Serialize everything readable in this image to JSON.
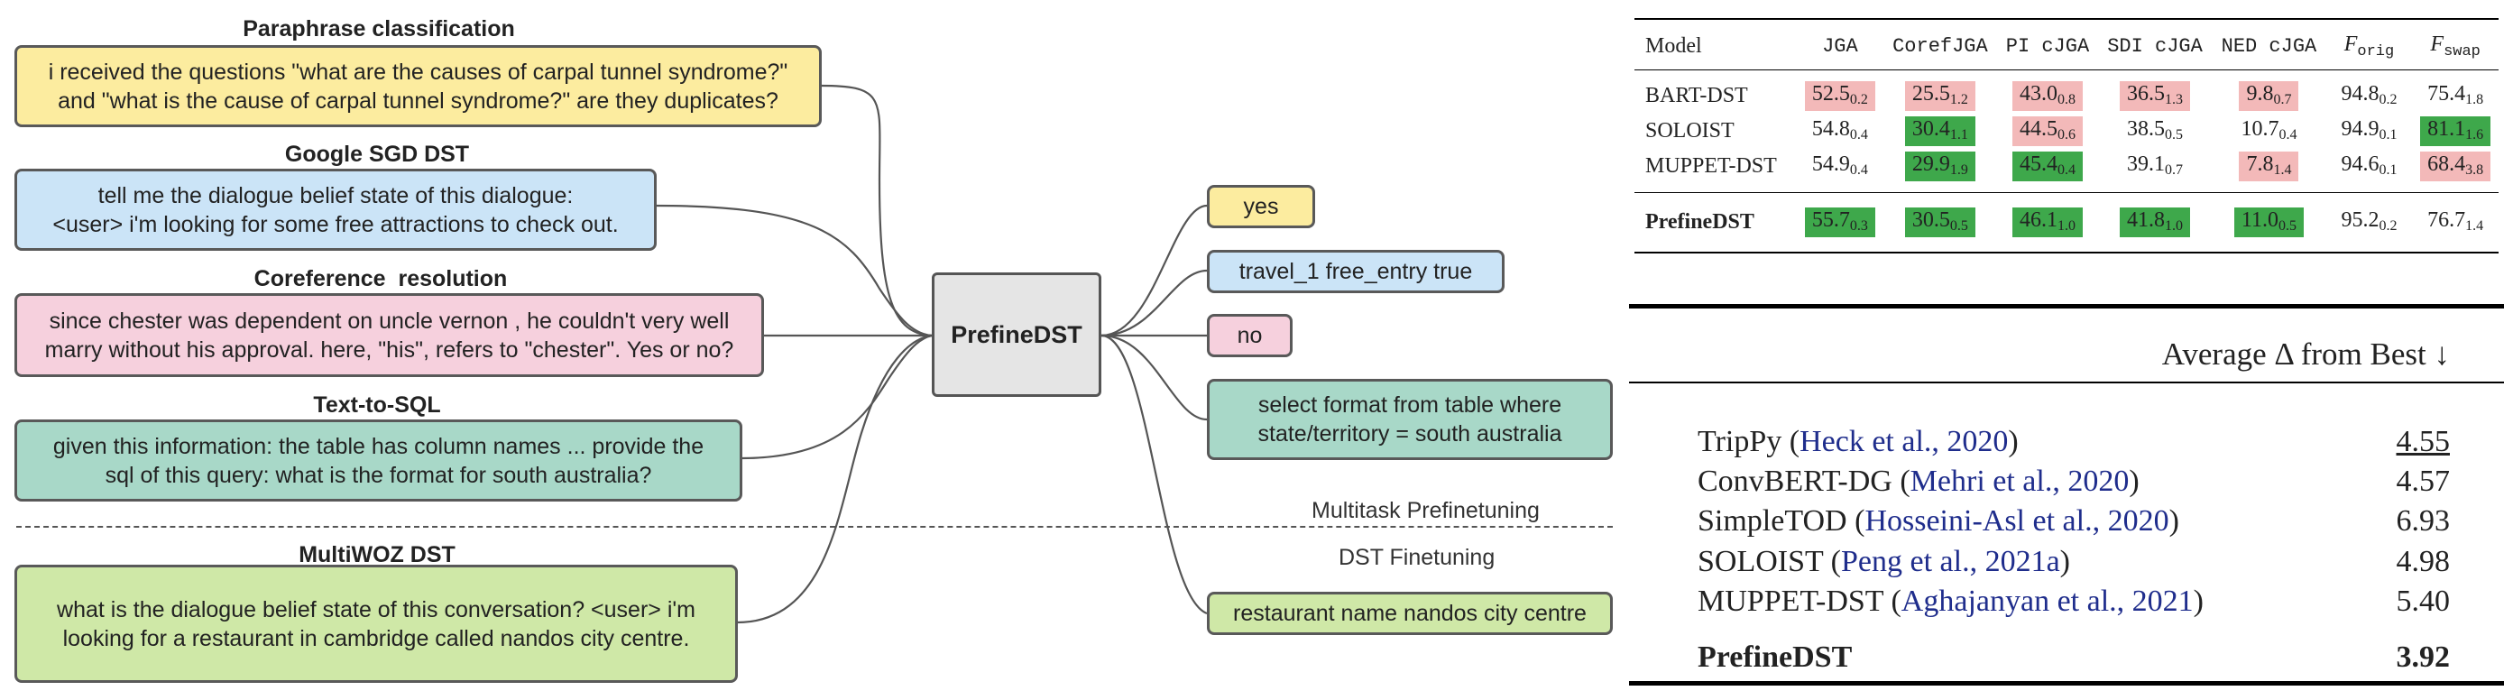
{
  "diagram": {
    "center_label": "PrefineDST",
    "tasks": [
      {
        "title": "Paraphrase classification",
        "lines": [
          "i received the questions \"what are the causes of carpal tunnel syndrome?\"",
          "and \"what is the cause of carpal tunnel syndrome?\" are they duplicates?"
        ],
        "color": "#fcec9f"
      },
      {
        "title": "Google SGD DST",
        "lines": [
          "tell me the dialogue belief state of this dialogue:",
          "<user> i'm looking for some free attractions to check out."
        ],
        "color": "#cbe4f7"
      },
      {
        "title": "Coreference  resolution",
        "lines": [
          "since chester was dependent on uncle vernon , he couldn't very well",
          "marry without his approval. here, \"his\", refers to \"chester\". Yes or no?"
        ],
        "color": "#f6d0dd"
      },
      {
        "title": "Text-to-SQL",
        "lines": [
          "given this information: the table has column names ... provide the",
          "sql of this query: what is the format for south australia?"
        ],
        "color": "#a8d8c8"
      },
      {
        "title": "MultiWOZ DST",
        "lines": [
          "what is the dialogue belief state of this conversation? <user> i'm",
          "looking for a restaurant in cambridge called nandos city centre."
        ],
        "color": "#cfe8a7"
      }
    ],
    "outputs": [
      {
        "lines": [
          "yes"
        ],
        "color": "#fcec9f"
      },
      {
        "lines": [
          "travel_1 free_entry true"
        ],
        "color": "#cbe4f7"
      },
      {
        "lines": [
          "no"
        ],
        "color": "#f6d0dd"
      },
      {
        "lines": [
          "select  format from table where",
          "state/territory = south australia"
        ],
        "color": "#a8d8c8"
      },
      {
        "lines": [
          "restaurant name nandos city centre"
        ],
        "color": "#cfe8a7"
      }
    ],
    "phase_labels": {
      "prefinetuning": "Multitask Prefinetuning",
      "finetuning": "DST Finetuning"
    }
  },
  "table1": {
    "headers": {
      "model": "Model",
      "jga": "JGA",
      "coref": "CorefJGA",
      "pi": "PI cJGA",
      "sdi": "SDI cJGA",
      "ned": "NED cJGA",
      "forig_f": "F",
      "forig_sub": "orig",
      "fswap_f": "F",
      "fswap_sub": "swap"
    },
    "rows": [
      {
        "model": "BART-DST",
        "cells": [
          {
            "v": "52.5",
            "s": "0.2",
            "h": "red"
          },
          {
            "v": "25.5",
            "s": "1.2",
            "h": "red"
          },
          {
            "v": "43.0",
            "s": "0.8",
            "h": "red"
          },
          {
            "v": "36.5",
            "s": "1.3",
            "h": "red"
          },
          {
            "v": "9.8",
            "s": "0.7",
            "h": "red"
          },
          {
            "v": "94.8",
            "s": "0.2",
            "h": ""
          },
          {
            "v": "75.4",
            "s": "1.8",
            "h": ""
          }
        ]
      },
      {
        "model": "SOLOIST",
        "cells": [
          {
            "v": "54.8",
            "s": "0.4",
            "h": ""
          },
          {
            "v": "30.4",
            "s": "1.1",
            "h": "grn"
          },
          {
            "v": "44.5",
            "s": "0.6",
            "h": "red"
          },
          {
            "v": "38.5",
            "s": "0.5",
            "h": ""
          },
          {
            "v": "10.7",
            "s": "0.4",
            "h": ""
          },
          {
            "v": "94.9",
            "s": "0.1",
            "h": ""
          },
          {
            "v": "81.1",
            "s": "1.6",
            "h": "grn"
          }
        ]
      },
      {
        "model": "MUPPET-DST",
        "cells": [
          {
            "v": "54.9",
            "s": "0.4",
            "h": ""
          },
          {
            "v": "29.9",
            "s": "1.9",
            "h": "grn"
          },
          {
            "v": "45.4",
            "s": "0.4",
            "h": "grn"
          },
          {
            "v": "39.1",
            "s": "0.7",
            "h": ""
          },
          {
            "v": "7.8",
            "s": "1.4",
            "h": "red"
          },
          {
            "v": "94.6",
            "s": "0.1",
            "h": ""
          },
          {
            "v": "68.4",
            "s": "3.8",
            "h": "red"
          }
        ]
      },
      {
        "model": "PrefineDST",
        "cells": [
          {
            "v": "55.7",
            "s": "0.3",
            "h": "grn"
          },
          {
            "v": "30.5",
            "s": "0.5",
            "h": "grn"
          },
          {
            "v": "46.1",
            "s": "1.0",
            "h": "grn"
          },
          {
            "v": "41.8",
            "s": "1.0",
            "h": "grn"
          },
          {
            "v": "11.0",
            "s": "0.5",
            "h": "grn"
          },
          {
            "v": "95.2",
            "s": "0.2",
            "h": ""
          },
          {
            "v": "76.7",
            "s": "1.4",
            "h": ""
          }
        ]
      }
    ],
    "highlight_colors": {
      "red": "#f3b9b9",
      "grn": "#3ea84b"
    }
  },
  "table2": {
    "header": "Average Δ from Best ↓",
    "rows": [
      {
        "name": "TripPy",
        "cite": "Heck et al., 2020",
        "value": "4.55",
        "underline": true,
        "bold": false
      },
      {
        "name": "ConvBERT-DG",
        "cite": "Mehri et al., 2020",
        "value": "4.57",
        "underline": false,
        "bold": false
      },
      {
        "name": "SimpleTOD",
        "cite": "Hosseini-Asl et al., 2020",
        "value": "6.93",
        "underline": false,
        "bold": false
      },
      {
        "name": "SOLOIST",
        "cite": "Peng et al., 2021a",
        "value": "4.98",
        "underline": false,
        "bold": false
      },
      {
        "name": "MUPPET-DST",
        "cite": "Aghajanyan et al., 2021",
        "value": "5.40",
        "underline": false,
        "bold": false
      },
      {
        "name": "PrefineDST",
        "cite": "",
        "value": "3.92",
        "underline": false,
        "bold": true
      }
    ]
  }
}
